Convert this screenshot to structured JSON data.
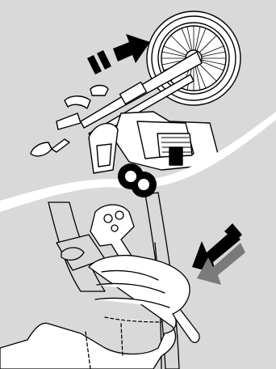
{
  "illustration": {
    "style": "monochrome-line-art",
    "background_color": "#d9d9d9",
    "line_color": "#000000",
    "highlight_color": "#ffffff",
    "upper_panel": {
      "subject": "motorcycle-front-fork-tilted-sideways",
      "arrow_icon": "push-arrow-right-icon"
    },
    "lower_panel": {
      "subject": "gloved-hand-holding-wrench-on-engine-frame",
      "arrow_icon": "push-arrow-down-left-icon"
    },
    "divider": "wavy-split-line",
    "connector_symbol": "chain-link-infinity-icon"
  }
}
